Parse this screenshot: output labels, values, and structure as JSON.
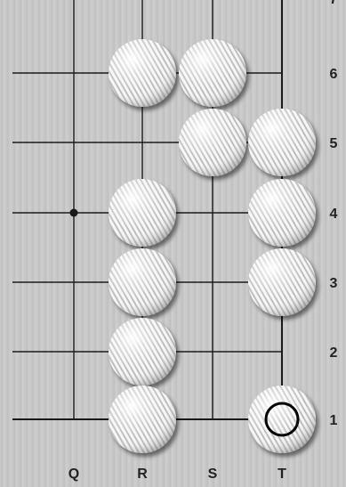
{
  "board": {
    "background_color": "#c8c8c8",
    "grain_color": "#bdbdbd",
    "line_color": "#1a1a1a",
    "columns": [
      "Q",
      "R",
      "S",
      "T"
    ],
    "rows": [
      "6",
      "5",
      "4",
      "3",
      "2",
      "1"
    ],
    "top_edge_label": "7",
    "star_point": {
      "col": "Q",
      "row": "4"
    }
  },
  "stones": [
    {
      "col": "R",
      "row": "6",
      "color": "white"
    },
    {
      "col": "S",
      "row": "6",
      "color": "white"
    },
    {
      "col": "S",
      "row": "5",
      "color": "white"
    },
    {
      "col": "T",
      "row": "5",
      "color": "white"
    },
    {
      "col": "R",
      "row": "4",
      "color": "white"
    },
    {
      "col": "T",
      "row": "4",
      "color": "white"
    },
    {
      "col": "R",
      "row": "3",
      "color": "white"
    },
    {
      "col": "T",
      "row": "3",
      "color": "white"
    },
    {
      "col": "R",
      "row": "2",
      "color": "white"
    },
    {
      "col": "R",
      "row": "1",
      "color": "white"
    },
    {
      "col": "T",
      "row": "1",
      "color": "white"
    }
  ],
  "last_move_marker": {
    "col": "T",
    "row": "1",
    "shape": "circle",
    "color": "#000000"
  }
}
